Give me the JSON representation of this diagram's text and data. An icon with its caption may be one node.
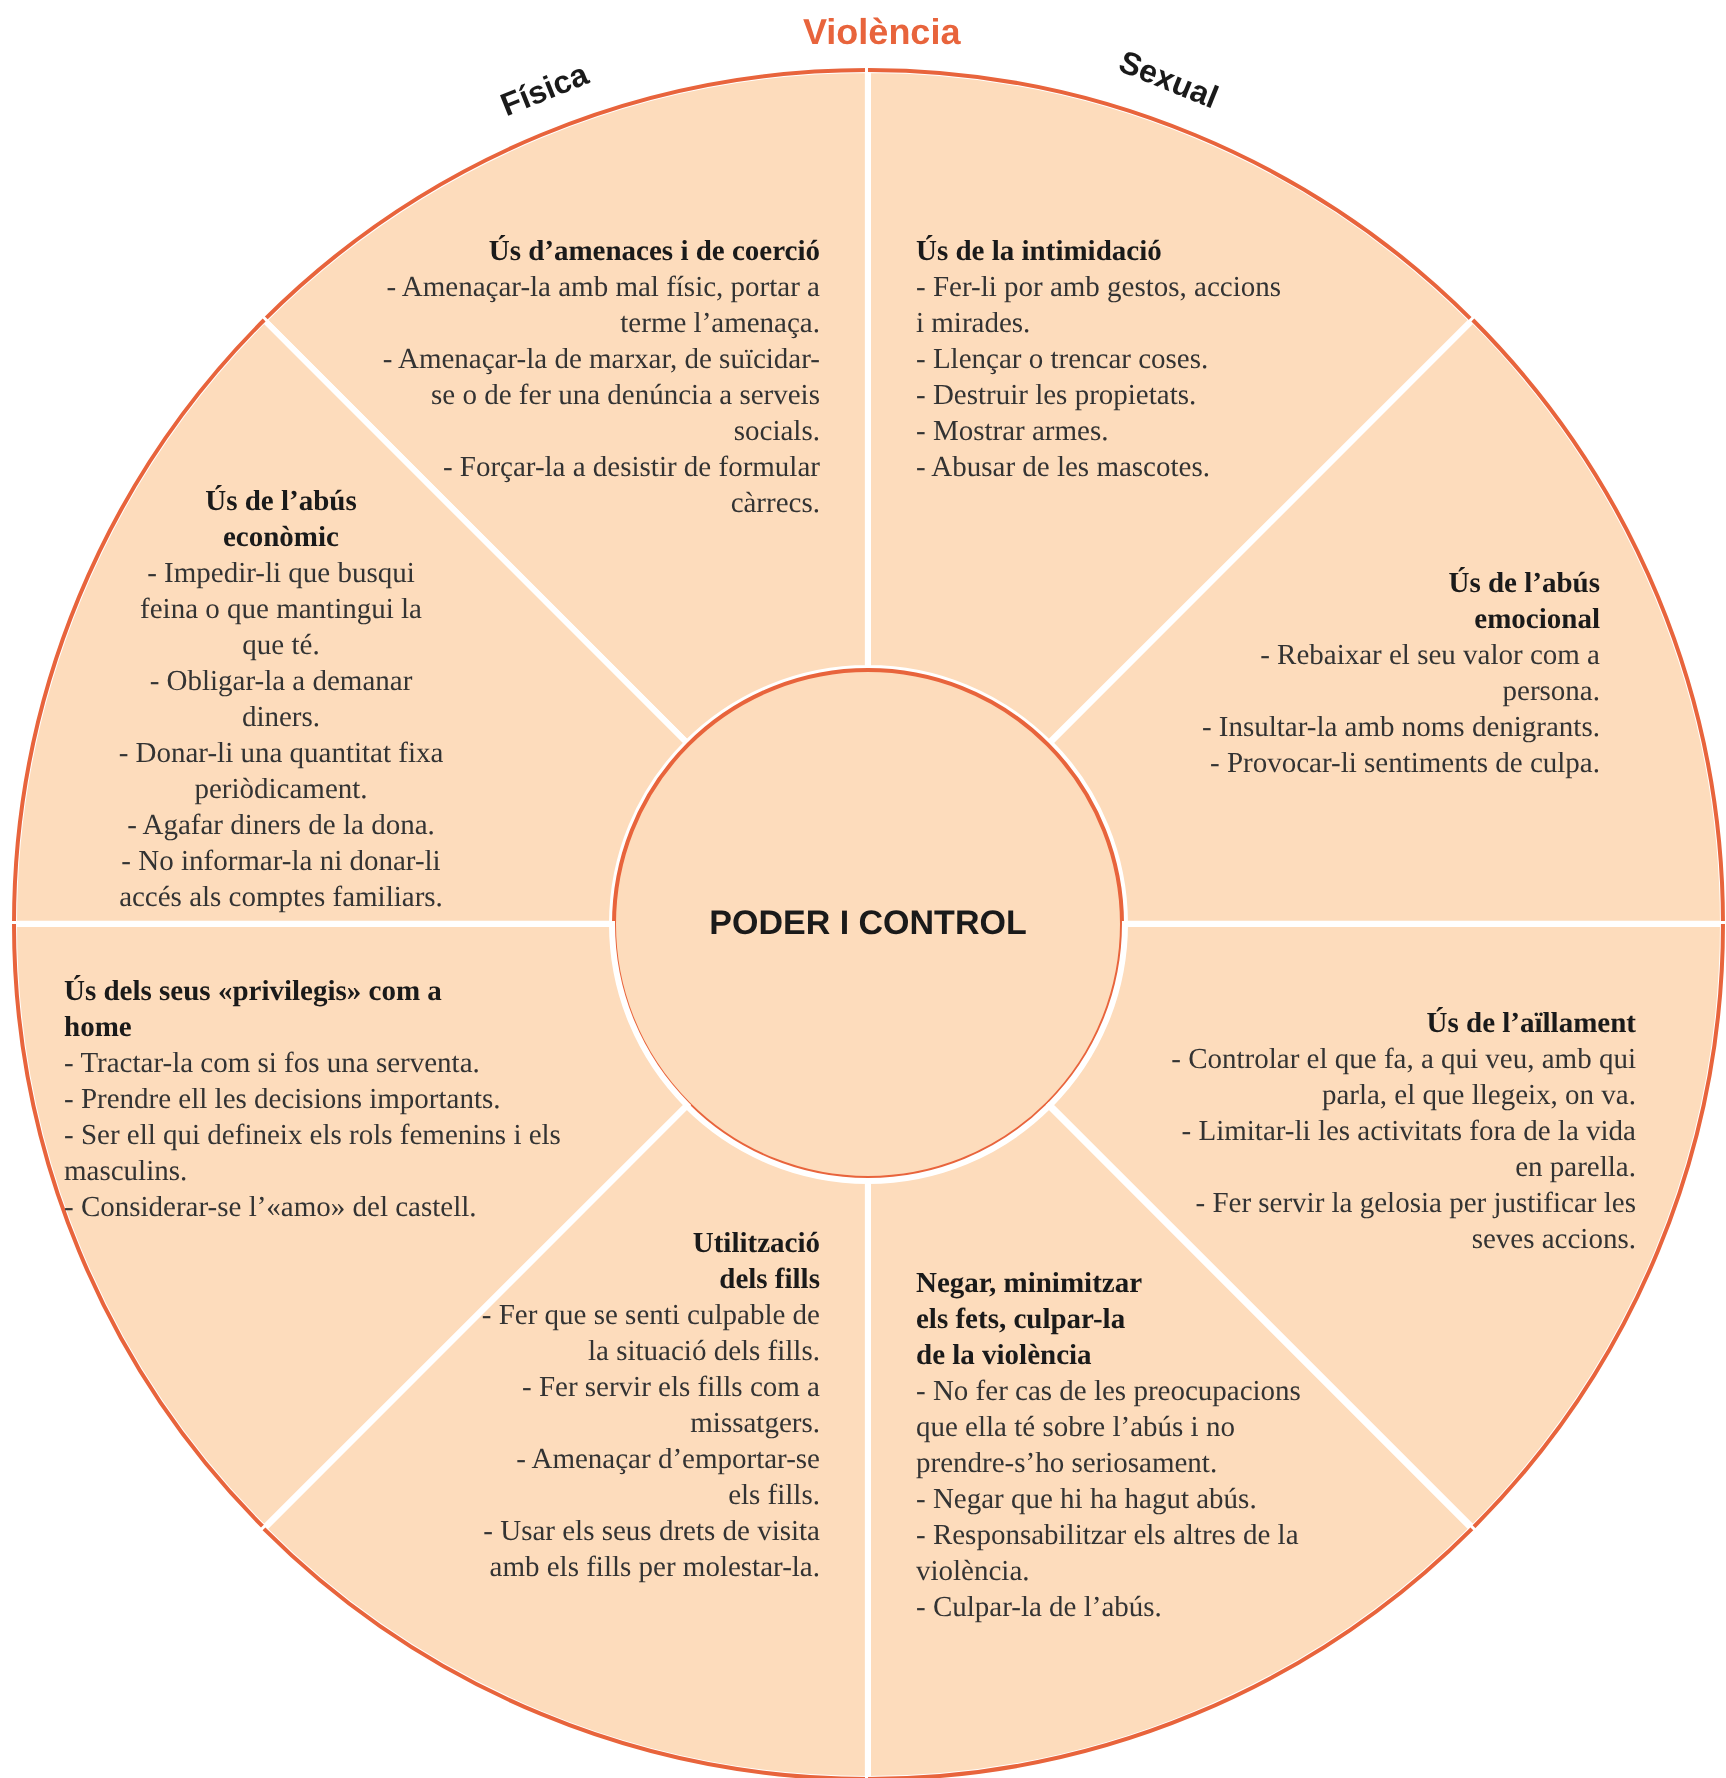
{
  "diagram": {
    "nodes": [
      {
        "text": [
          "Ús d’amenaces i de coerció",
          "- Amenaçar-la amb mal físic, portar a terme l’amenaça.",
          "- Amenaçar-la de marxar, de suïcidar-se o de fer una denúncia a serveis socials.",
          "- Forçar-la a desistir de formular càrrecs."
        ]
      },
      {
        "text": [
          "Ús de la intimidació",
          "- Fer-li por amb gestos, accions i mirades.",
          "- Llençar o trencar coses.",
          "- Destruir les propietats.",
          "- Mostrar armes.",
          "- Abusar de les mascotes."
        ]
      },
      {
        "text": [
          "Ús de l’abús econòmic",
          "- Impedir-li que busqui feina o que mantingui la que té.",
          "- Obligar-la a demanar diners.",
          "- Donar-li una quantitat fixa periòdicament.",
          "- Agafar diners de la dona.",
          "- No informar-la ni donar-li accés als comptes familiars."
        ]
      },
      {
        "text": [
          "Ús de l’abús emocional",
          "- Rebaixar el seu valor com a persona.",
          "- Insultar-la amb noms denigrants.",
          "- Provocar-li sentiments de culpa."
        ]
      },
      {
        "text": [
          "PODER I CONTROL"
        ]
      },
      {
        "text": [
          "Ús dels seus «privilegis» com a home",
          "- Tractar-la com si fos una serventa.",
          "- Prendre ell les decisions importants.",
          "- Ser ell qui defineix els rols femenins i els masculins.",
          "- Considerar-se l’«amo» del castell."
        ]
      },
      {
        "text": [
          "Ús de l’aïllament",
          "- Controlar el que fa, a qui veu, amb qui parla, el que llegeix, on va.",
          "- Limitar-li les activitats fora de la vida en parella.",
          "- Fer servir la gelosia per justificar les seves accions."
        ]
      },
      {
        "text": [
          "Utilització dels fills",
          "- Fer que se senti culpable de la situació dels fills.",
          "- Fer servir els fills com a missatgers.",
          "- Amenaçar d’emportar-se els fills.",
          "- Usar els seus drets de visita amb els fills per molestar-la."
        ]
      },
      {
        "text": [
          "Negar, minimitzar els fets, culpar-la de la violència",
          "- No fer cas de les preocupacions que ella té sobre l’abús i no prendre-s’ho seriosament.",
          "- Negar que hi ha hagut abús.",
          "- Responsabilitzar els altres de la violència.",
          "- Culpar-la de l’abús."
        ]
      }
    ],
    "labels": [
      "Violència",
      "Física",
      "Sexual"
    ]
  }
}
